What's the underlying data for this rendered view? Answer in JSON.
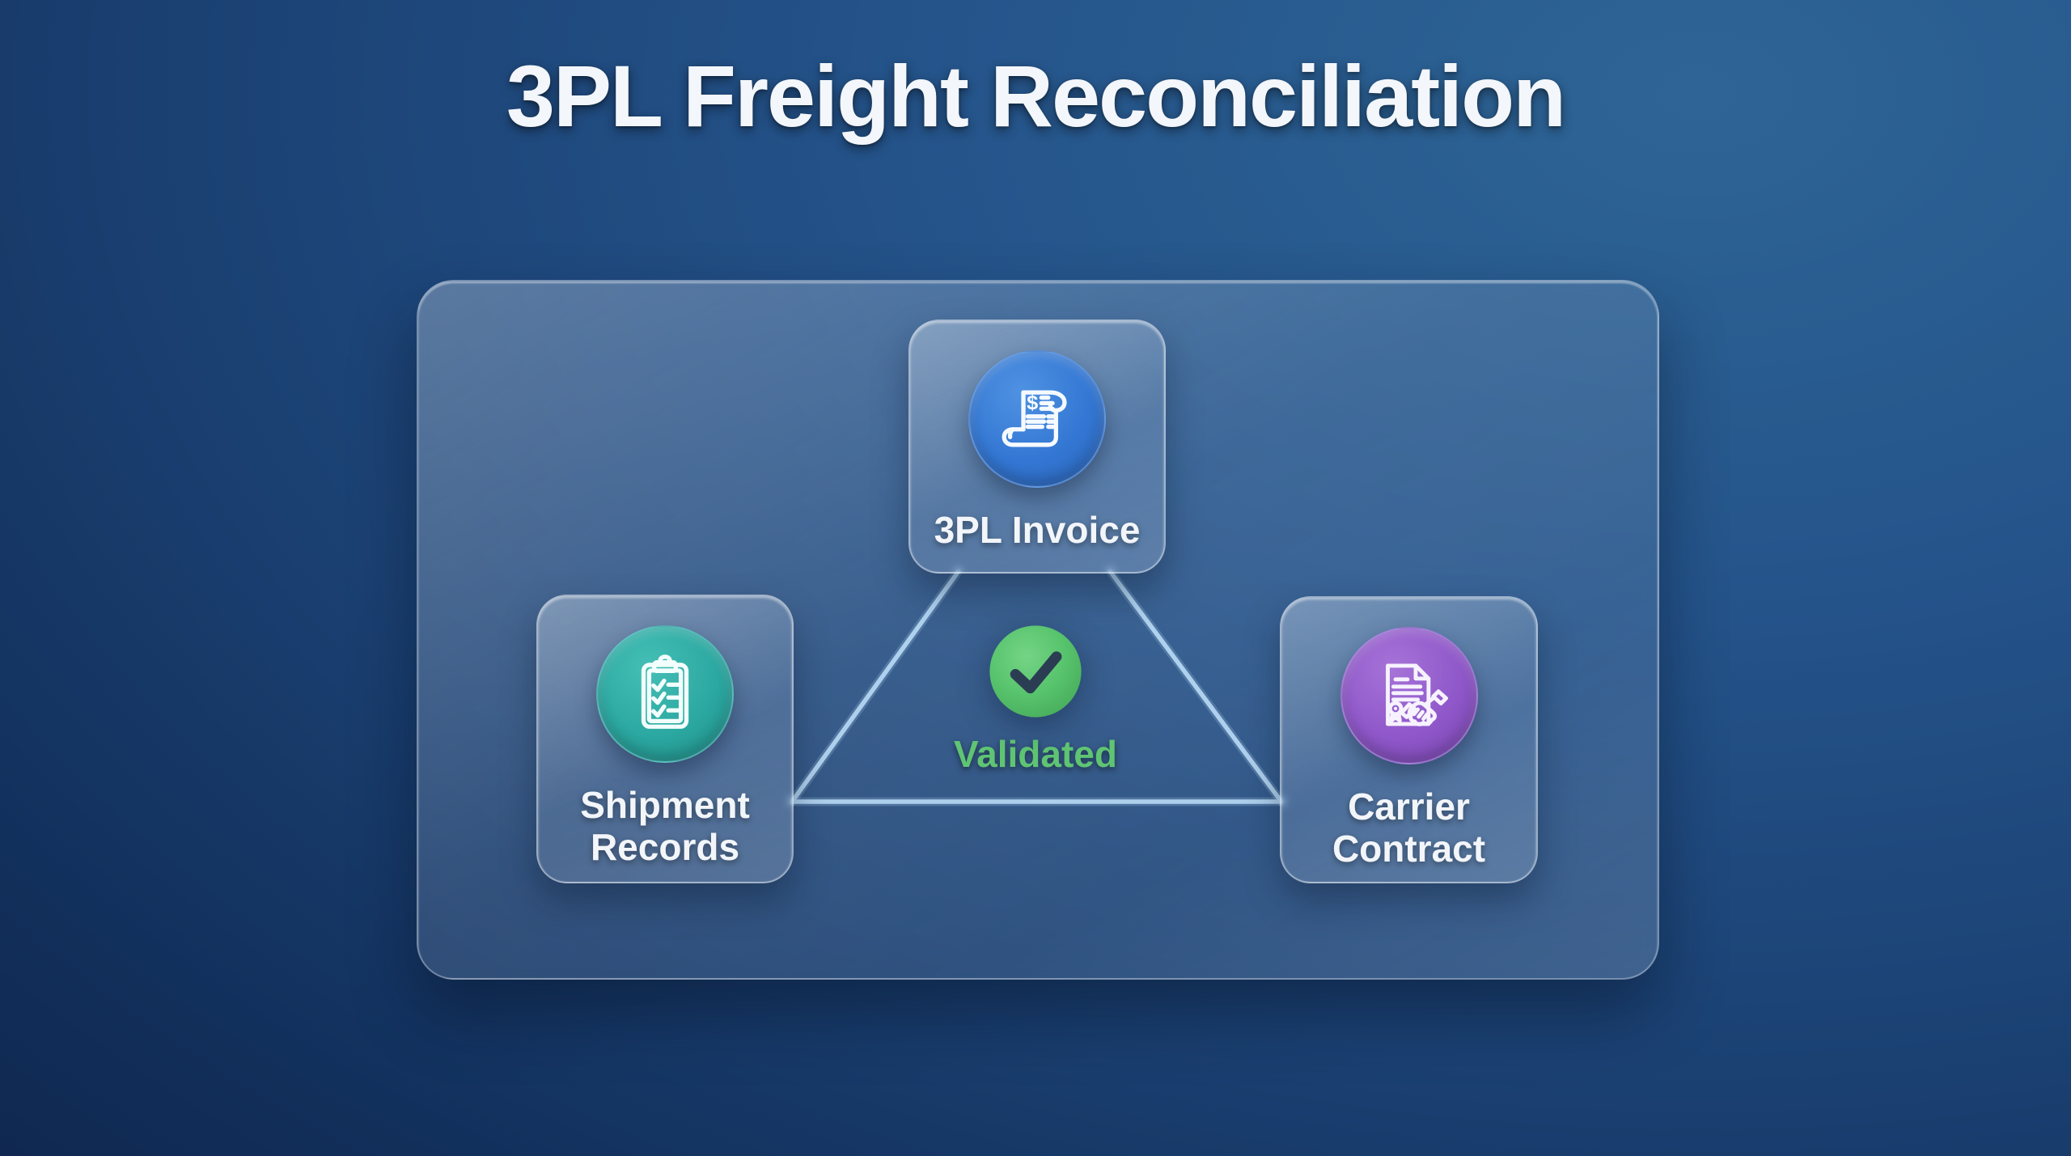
{
  "title": "3PL Freight Reconciliation",
  "nodes": [
    {
      "id": "invoice",
      "label": "3PL Invoice",
      "icon": "invoice-scroll-icon",
      "accent": "#3377d4"
    },
    {
      "id": "shipment",
      "label": "Shipment Records",
      "icon": "clipboard-check-icon",
      "accent": "#2ba8a1"
    },
    {
      "id": "contract",
      "label": "Carrier Contract",
      "icon": "contract-handshake-icon",
      "accent": "#8f57c9"
    }
  ],
  "center": {
    "label": "Validated",
    "icon": "check-circle-icon",
    "accent": "#55c16a"
  },
  "edges": [
    {
      "from": "invoice",
      "to": "shipment"
    },
    {
      "from": "invoice",
      "to": "contract"
    },
    {
      "from": "shipment",
      "to": "contract"
    }
  ],
  "colors": {
    "bg-top": "#1b4173",
    "bg-light": "#2e6596",
    "bg-dark": "#0d2045",
    "line": "#b3d6f2",
    "invoice-accent": "#3377d4",
    "shipment-accent": "#2ba8a1",
    "contract-accent": "#8f57c9",
    "validated-accent": "#55c16a",
    "validated-text": "#5fc473",
    "check-stroke": "#2b3d53"
  }
}
